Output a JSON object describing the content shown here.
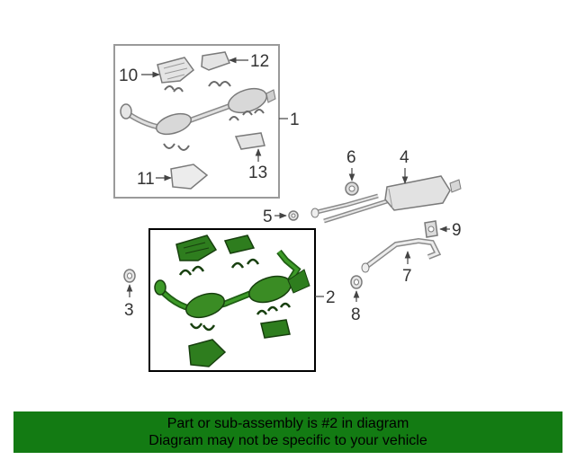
{
  "callouts": {
    "c1": "1",
    "c2": "2",
    "c3": "3",
    "c4": "4",
    "c5": "5",
    "c6": "6",
    "c7": "7",
    "c8": "8",
    "c9": "9",
    "c10": "10",
    "c11": "11",
    "c12": "12",
    "c13": "13"
  },
  "highlight_color": "#2e7d1e",
  "banner": {
    "line1": "Part or sub-assembly is #2 in diagram",
    "line2": "Diagram may not be specific to your vehicle",
    "background": "#137b13"
  }
}
